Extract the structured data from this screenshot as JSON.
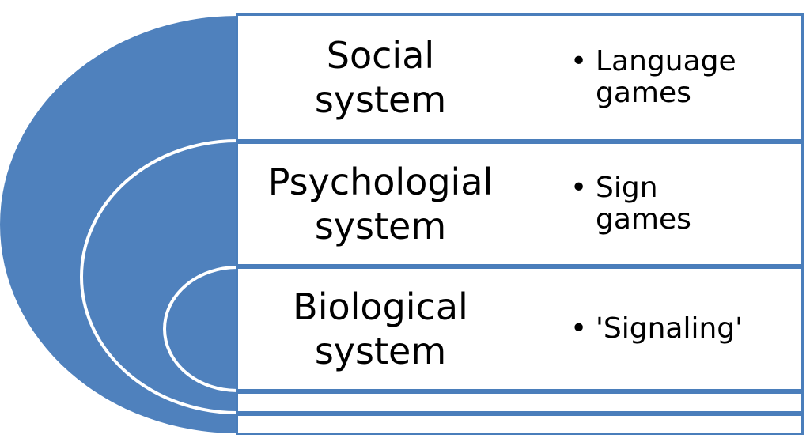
{
  "colors": {
    "fill": "#4f81bd",
    "border": "#4a7ebb",
    "arc_stroke": "#ffffff",
    "text": "#000000"
  },
  "rows": [
    {
      "system": "Social system",
      "bullet": "Language games",
      "bullet_icon": "bullet-dot-icon"
    },
    {
      "system": "Psychologial system",
      "bullet": "Sign games",
      "bullet_icon": "bullet-dot-icon"
    },
    {
      "system": "Biological system",
      "bullet": "'Signaling'",
      "bullet_icon": "bullet-dot-icon"
    }
  ],
  "bullet_glyph": "•"
}
